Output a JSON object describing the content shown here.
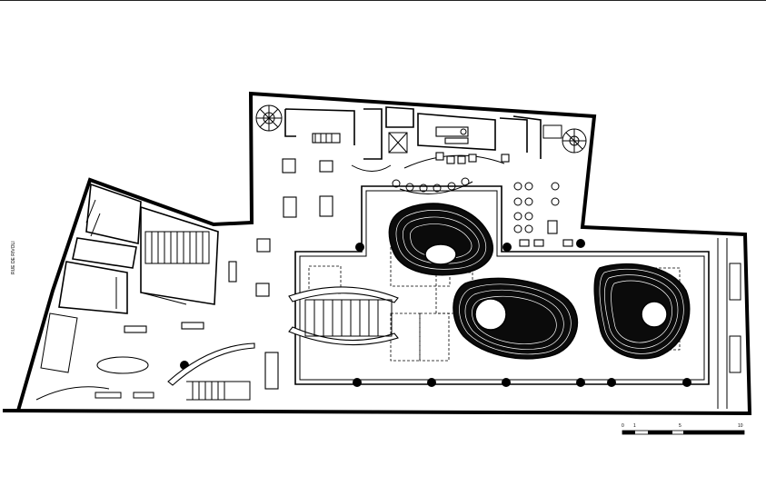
{
  "street_label": "RUE DE RIVOLI",
  "scale_bar": {
    "ticks": [
      "0",
      "1",
      "5",
      "10"
    ]
  }
}
